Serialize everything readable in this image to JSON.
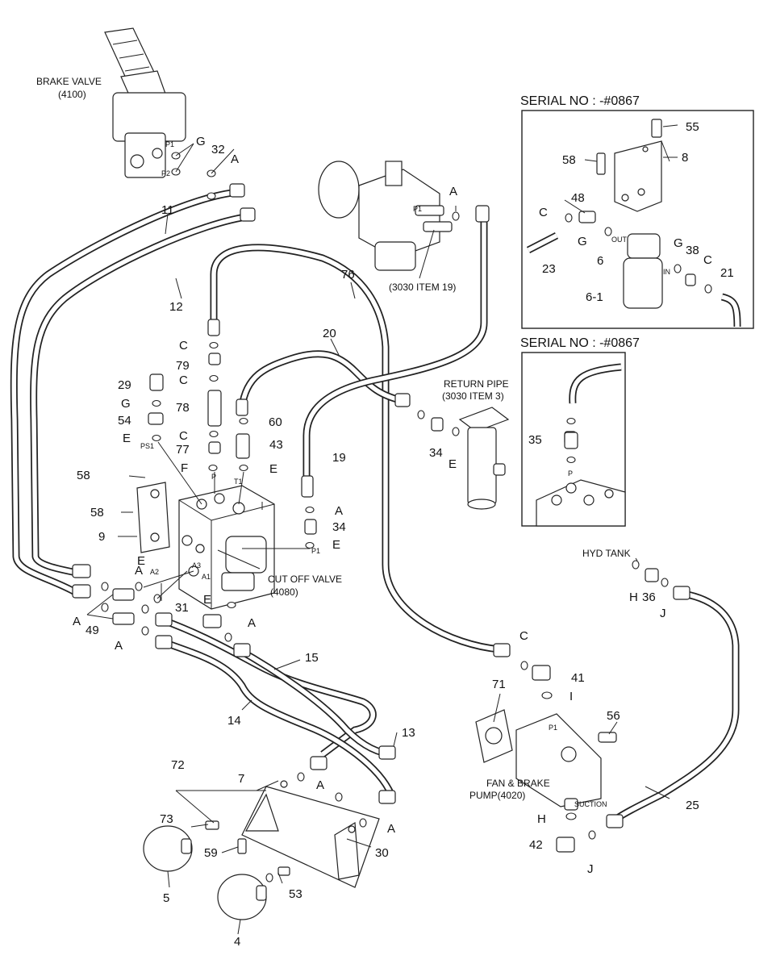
{
  "headers": {
    "serial_1": "SERIAL NO : -#0867",
    "serial_2": "SERIAL NO : -#0867"
  },
  "components": {
    "brake_valve": "BRAKE VALVE",
    "brake_valve_ref": "(4100)",
    "item19_ref": "(3030 ITEM 19)",
    "return_pipe": "RETURN PIPE",
    "return_pipe_ref": "(3030 ITEM 3)",
    "cut_off_valve": "CUT OFF VALVE",
    "cut_off_valve_ref": "(4080)",
    "hyd_tank": "HYD TANK",
    "pump_1": "FAN & BRAKE",
    "pump_2": "PUMP(4020)"
  },
  "ports": {
    "p1": "P1",
    "p2": "P2",
    "ps1": "PS1",
    "p": "P",
    "t1": "T1",
    "a1": "A1",
    "a2": "A2",
    "a3": "A3",
    "out": "OUT",
    "in": "IN",
    "suction": "SUCTION",
    "pump_p1": "P1",
    "p1b": "P1",
    "detail_p": "P"
  },
  "callouts": [
    "11",
    "12",
    "32",
    "G",
    "A",
    "A",
    "76",
    "20",
    "C",
    "79",
    "C",
    "29",
    "G",
    "78",
    "54",
    "C",
    "60",
    "E",
    "77",
    "43",
    "19",
    "F",
    "E",
    "58",
    "A",
    "34",
    "58",
    "9",
    "E",
    "E",
    "A",
    "E",
    "49",
    "A",
    "A",
    "31",
    "A",
    "15",
    "14",
    "13",
    "72",
    "7",
    "A",
    "A",
    "73",
    "59",
    "30",
    "5",
    "53",
    "4",
    "34",
    "E",
    "35",
    "C",
    "41",
    "I",
    "71",
    "56",
    "H",
    "42",
    "J",
    "25",
    "H",
    "36",
    "J",
    "55",
    "58",
    "8",
    "48",
    "C",
    "G",
    "23",
    "6",
    "G",
    "38",
    "C",
    "21",
    "6-1"
  ]
}
